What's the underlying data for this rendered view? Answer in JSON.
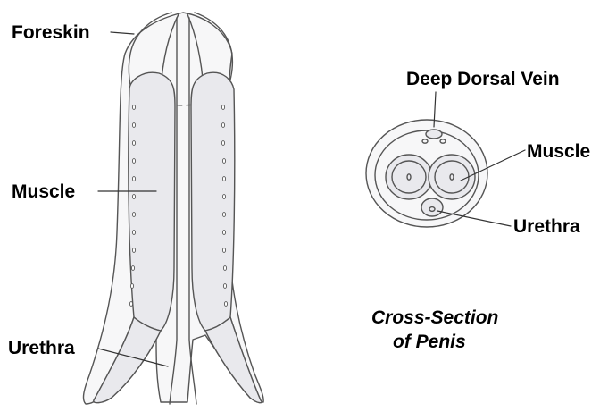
{
  "labels": {
    "foreskin": "Foreskin",
    "muscle_left": "Muscle",
    "urethra_left": "Urethra",
    "deep_dorsal_vein": "Deep Dorsal Vein",
    "muscle_right": "Muscle",
    "urethra_right": "Urethra"
  },
  "caption": {
    "line1": "Cross-Section",
    "line2": "of Penis"
  },
  "colors": {
    "ink": "#555555",
    "fill": "#e9e9ed",
    "background": "#ffffff",
    "text": "#000000"
  }
}
